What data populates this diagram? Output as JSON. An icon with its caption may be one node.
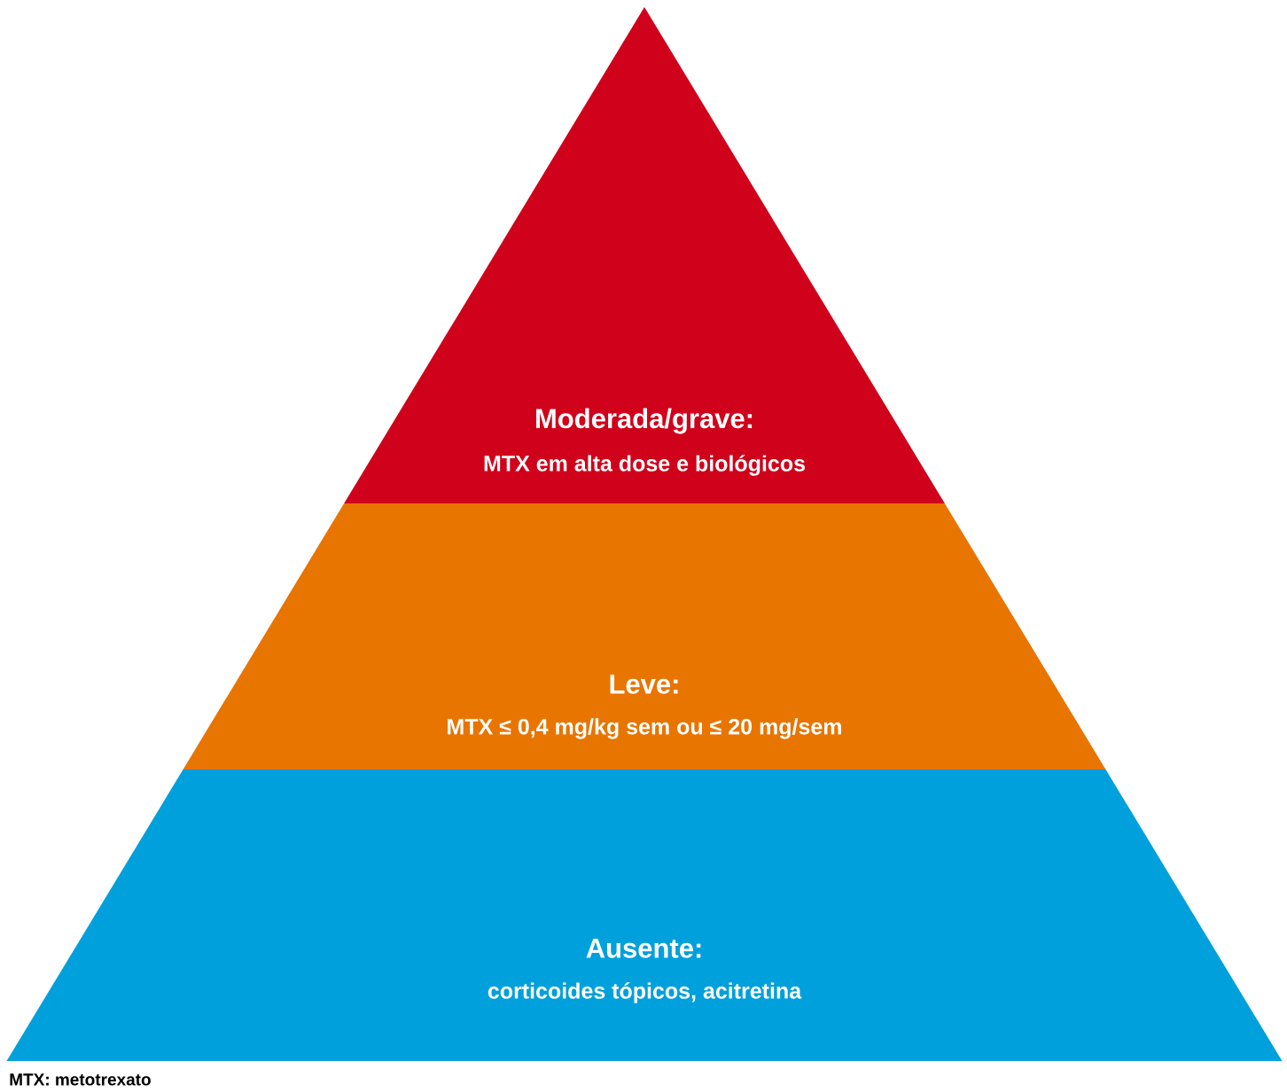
{
  "diagram": {
    "nodes": [
      {
        "text": [
          "Moderada/grave:",
          "MTX em alta dose e biológicos"
        ]
      },
      {
        "text": [
          "Leve:",
          "MTX ≤ 0,4 mg/kg sem ou ≤ 20 mg/sem"
        ]
      },
      {
        "text": [
          "Ausente:",
          "corticoides tópicos, acitretina"
        ]
      }
    ],
    "labels": [
      "MTX: metotrexato"
    ]
  }
}
